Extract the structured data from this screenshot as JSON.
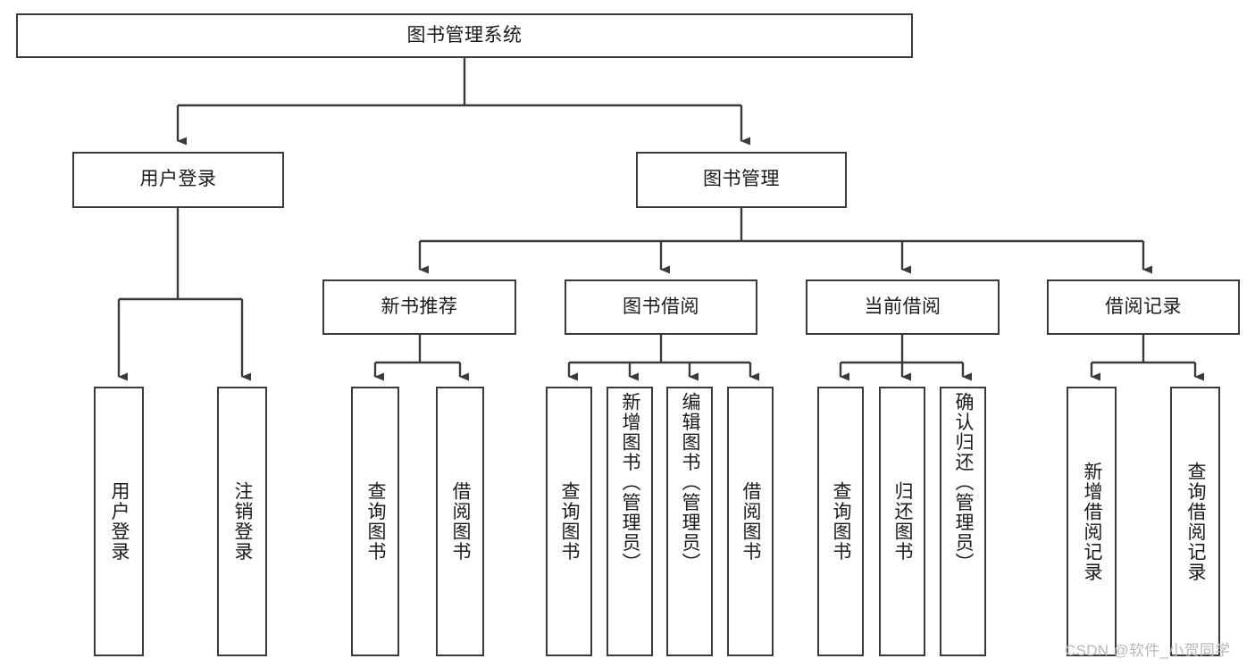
{
  "diagram": {
    "type": "tree-hierarchy",
    "title": "图书管理系统",
    "watermark": "CSDN @软件_小贺同学",
    "theme": {
      "background": "#ffffff",
      "node_border": "#3a3a3a",
      "node_fill": "#ffffff",
      "edge_color": "#3a3a3a",
      "text_color": "#1b1b1b",
      "watermark_color": "#b9b9b9"
    },
    "nodes": {
      "root": {
        "label": "图书管理系统",
        "level": 0,
        "orientation": "horizontal"
      },
      "l1": [
        {
          "id": "user_login",
          "label": "用户登录",
          "level": 1,
          "orientation": "horizontal"
        },
        {
          "id": "book_manage",
          "label": "图书管理",
          "level": 1,
          "orientation": "horizontal"
        }
      ],
      "l2": [
        {
          "id": "new_book_rec",
          "label": "新书推荐",
          "level": 2,
          "orientation": "horizontal",
          "parent": "book_manage"
        },
        {
          "id": "book_borrow",
          "label": "图书借阅",
          "level": 2,
          "orientation": "horizontal",
          "parent": "book_manage"
        },
        {
          "id": "current_borrow",
          "label": "当前借阅",
          "level": 2,
          "orientation": "horizontal",
          "parent": "book_manage"
        },
        {
          "id": "borrow_record",
          "label": "借阅记录",
          "level": 2,
          "orientation": "horizontal",
          "parent": "book_manage"
        }
      ],
      "leaves": [
        {
          "id": "leaf_user_login",
          "label": "用户登录",
          "parent": "user_login",
          "orientation": "vertical"
        },
        {
          "id": "leaf_logout",
          "label": "注销登录",
          "parent": "user_login",
          "orientation": "vertical"
        },
        {
          "id": "leaf_query_book_1",
          "label": "查询图书",
          "parent": "new_book_rec",
          "orientation": "vertical"
        },
        {
          "id": "leaf_borrow_book_1",
          "label": "借阅图书",
          "parent": "new_book_rec",
          "orientation": "vertical"
        },
        {
          "id": "leaf_query_book_2",
          "label": "查询图书",
          "parent": "book_borrow",
          "orientation": "vertical"
        },
        {
          "id": "leaf_add_book",
          "label": "新增图书（管理员）",
          "parent": "book_borrow",
          "orientation": "vertical"
        },
        {
          "id": "leaf_edit_book",
          "label": "编辑图书（管理员）",
          "parent": "book_borrow",
          "orientation": "vertical"
        },
        {
          "id": "leaf_borrow_book_2",
          "label": "借阅图书",
          "parent": "book_borrow",
          "orientation": "vertical"
        },
        {
          "id": "leaf_query_book_3",
          "label": "查询图书",
          "parent": "current_borrow",
          "orientation": "vertical"
        },
        {
          "id": "leaf_return_book",
          "label": "归还图书",
          "parent": "current_borrow",
          "orientation": "vertical"
        },
        {
          "id": "leaf_confirm_return",
          "label": "确认归还（管理员）",
          "parent": "current_borrow",
          "orientation": "vertical"
        },
        {
          "id": "leaf_add_record",
          "label": "新增借阅记录",
          "parent": "borrow_record",
          "orientation": "vertical"
        },
        {
          "id": "leaf_query_record",
          "label": "查询借阅记录",
          "parent": "borrow_record",
          "orientation": "vertical"
        }
      ]
    }
  }
}
